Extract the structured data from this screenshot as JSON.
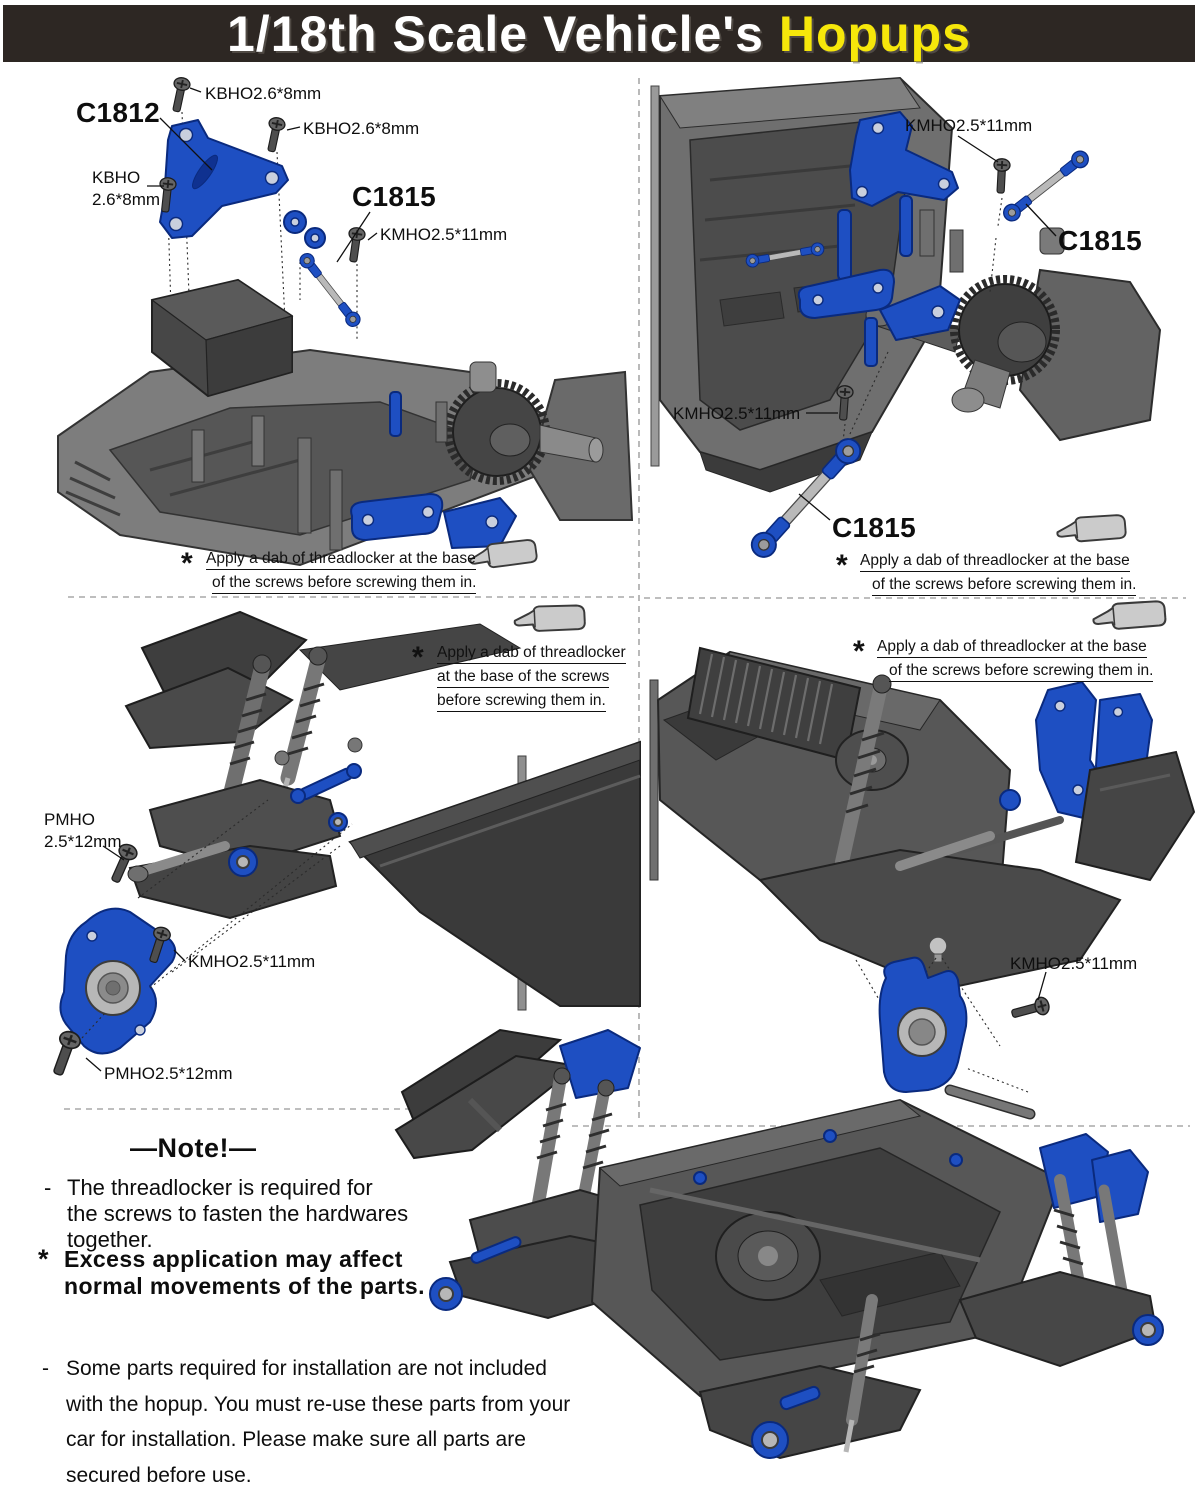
{
  "header": {
    "title": "1/18th Scale Vehicle's ",
    "highlight": "Hopups"
  },
  "panels": {
    "top_left": {
      "labels": {
        "kbho_top": "KBHO2.6*8mm",
        "c1812": "C1812",
        "kbho_right": "KBHO2.6*8mm",
        "kbho_left_1": "KBHO",
        "kbho_left_2": "2.6*8mm",
        "c1815": "C1815",
        "kmho": "KMHO2.5*11mm"
      },
      "note": {
        "star": "*",
        "lines": [
          "Apply a dab of threadlocker at the base",
          "of the screws before screwing them in."
        ]
      }
    },
    "top_right": {
      "labels": {
        "kmho_top": "KMHO2.5*11mm",
        "c1815_top": "C1815",
        "kmho_bottom": "KMHO2.5*11mm",
        "c1815_bottom": "C1815"
      },
      "note": {
        "star": "*",
        "lines": [
          "Apply a dab of threadlocker at the base",
          "of the screws before screwing them in."
        ]
      }
    },
    "middle_left": {
      "labels": {
        "pmho_1": "PMHO",
        "pmho_2": "2.5*12mm",
        "kmho": "KMHO2.5*11mm",
        "pmho_bottom": "PMHO2.5*12mm"
      },
      "note": {
        "star": "*",
        "lines": [
          "Apply a dab of threadlocker",
          "at the base of the screws",
          "before screwing them in."
        ]
      }
    },
    "middle_right": {
      "labels": {
        "kmho": "KMHO2.5*11mm"
      },
      "note": {
        "star": "*",
        "lines": [
          "Apply a dab of threadlocker at the base",
          "of the screws before screwing them in."
        ]
      }
    }
  },
  "note_section": {
    "heading": "—Note!—",
    "bullet1": {
      "marker": "-",
      "lines": [
        "The threadlocker is required for",
        "the screws to fasten the hardwares",
        "together."
      ]
    },
    "bullet2": {
      "marker": "*",
      "lines": [
        "Excess application may affect",
        "normal movements of the parts."
      ]
    }
  },
  "footer_note": {
    "marker": "-",
    "lines": [
      "Some parts required for installation are not included",
      "with the hopup. You must re-use these parts from your",
      "car for installation. Please make sure all parts are",
      "secured before use."
    ]
  },
  "colors": {
    "accent_blue": "#1e4fc2",
    "header_bg": "#2d2723",
    "header_highlight": "#f6e70a"
  }
}
